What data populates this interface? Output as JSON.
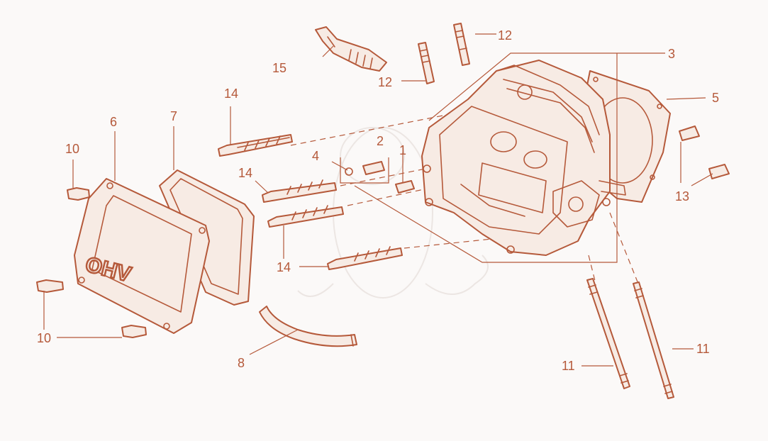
{
  "diagram": {
    "type": "exploded-parts-diagram",
    "cover_text": "OHV",
    "colors": {
      "line": "#b5593a",
      "fill": "#f7ebe4",
      "background": "#fbf9f8"
    },
    "callouts": {
      "c1": "1",
      "c2": "2",
      "c3": "3",
      "c4": "4",
      "c5": "5",
      "c6": "6",
      "c7": "7",
      "c8": "8",
      "c10a": "10",
      "c10b": "10",
      "c11a": "11",
      "c11b": "11",
      "c12a": "12",
      "c12b": "12",
      "c13": "13",
      "c14a": "14",
      "c14b": "14",
      "c14c": "14",
      "c15": "15"
    }
  }
}
